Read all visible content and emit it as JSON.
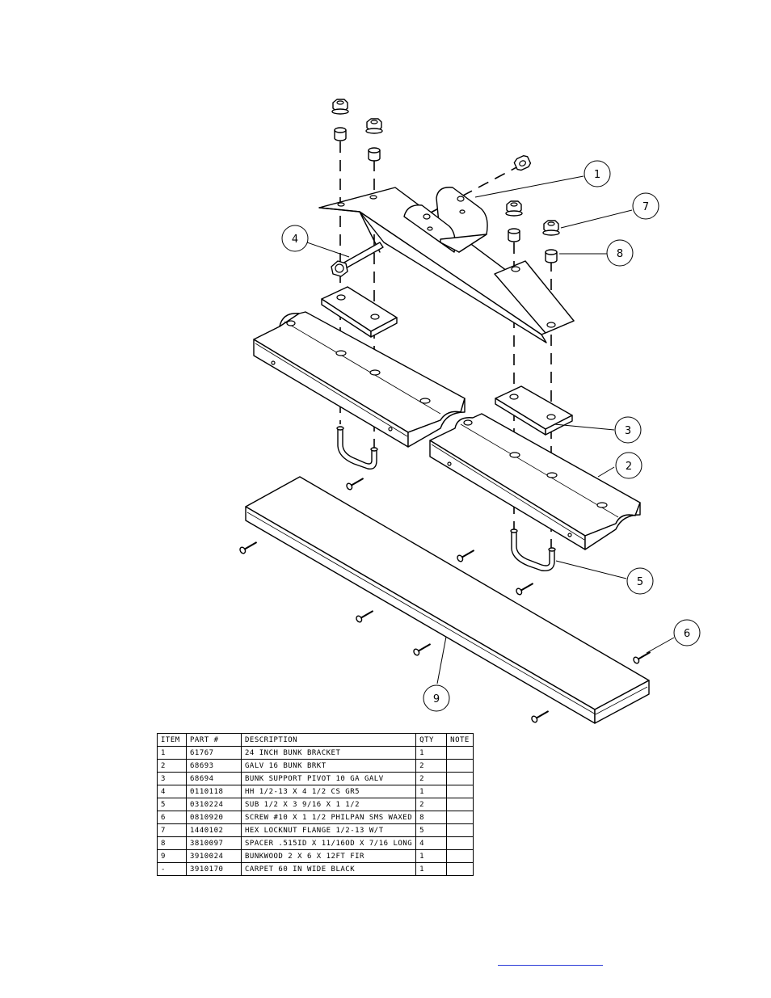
{
  "balloons": [
    {
      "id": "1",
      "label": "1"
    },
    {
      "id": "2",
      "label": "2"
    },
    {
      "id": "3",
      "label": "3"
    },
    {
      "id": "4",
      "label": "4"
    },
    {
      "id": "5",
      "label": "5"
    },
    {
      "id": "6",
      "label": "6"
    },
    {
      "id": "7",
      "label": "7"
    },
    {
      "id": "8",
      "label": "8"
    },
    {
      "id": "9",
      "label": "9"
    }
  ],
  "bom": {
    "headers": [
      "ITEM",
      "PART #",
      "DESCRIPTION",
      "QTY",
      "NOTE"
    ],
    "rows": [
      {
        "item": "1",
        "part": "61767",
        "description": "24 INCH BUNK BRACKET",
        "qty": "1",
        "note": ""
      },
      {
        "item": "2",
        "part": "68693",
        "description": "GALV 16 BUNK BRKT",
        "qty": "2",
        "note": ""
      },
      {
        "item": "3",
        "part": "68694",
        "description": "BUNK SUPPORT PIVOT  10 GA  GALV",
        "qty": "2",
        "note": ""
      },
      {
        "item": "4",
        "part": "0110118",
        "description": "HH 1/2-13 X 4 1/2 CS GR5",
        "qty": "1",
        "note": ""
      },
      {
        "item": "5",
        "part": "0310224",
        "description": "SUB 1/2 X 3 9/16 X 1 1/2",
        "qty": "2",
        "note": ""
      },
      {
        "item": "6",
        "part": "0810920",
        "description": "SCREW #10 X 1 1/2 PHILPAN SMS WAXED",
        "qty": "8",
        "note": ""
      },
      {
        "item": "7",
        "part": "1440102",
        "description": "HEX LOCKNUT FLANGE 1/2-13 W/T",
        "qty": "5",
        "note": ""
      },
      {
        "item": "8",
        "part": "3810097",
        "description": "SPACER  .515ID X 11/16OD X 7/16 LONG",
        "qty": "4",
        "note": ""
      },
      {
        "item": "9",
        "part": "3910024",
        "description": "BUNKWOOD   2 X 6 X 12FT FIR",
        "qty": "1",
        "note": ""
      },
      {
        "item": "-",
        "part": "3910170",
        "description": "CARPET 60 IN WIDE BLACK",
        "qty": "1",
        "note": ""
      }
    ]
  },
  "colors": {
    "line": "#000000",
    "link": "#2a3bd8",
    "background": "#ffffff"
  }
}
